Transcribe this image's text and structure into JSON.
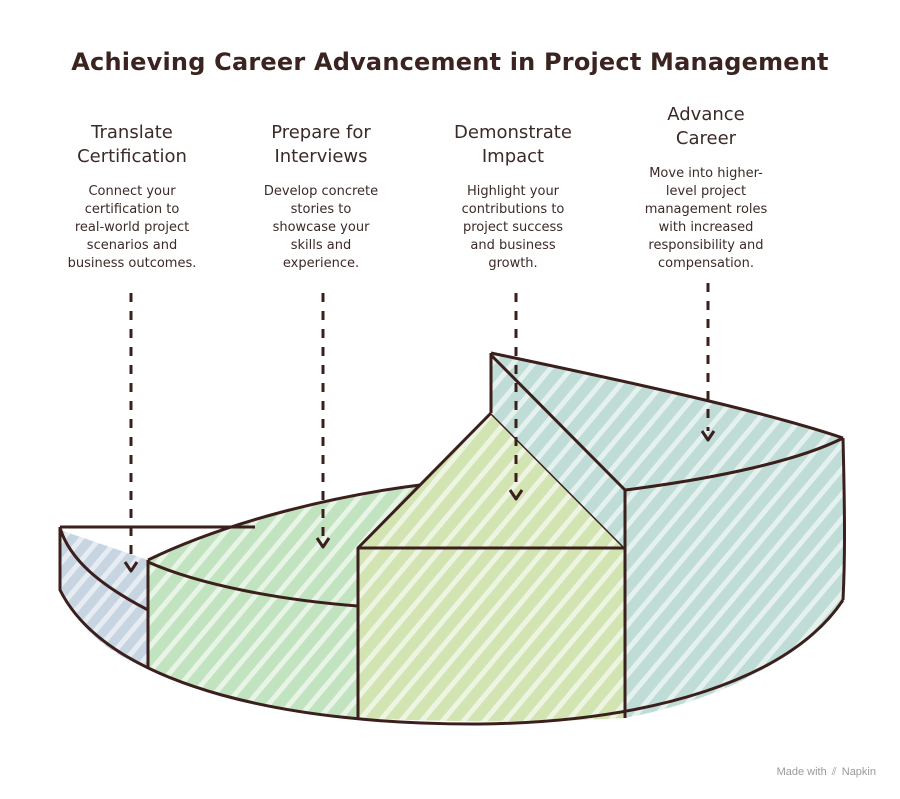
{
  "title": "Achieving Career Advancement in Project Management",
  "steps": [
    {
      "title": "Translate\nCertification",
      "description": "Connect your\ncertification to\nreal-world project\nscenarios and\nbusiness outcomes."
    },
    {
      "title": "Prepare for\nInterviews",
      "description": "Develop concrete\nstories to\nshowcase your\nskills and\nexperience."
    },
    {
      "title": "Demonstrate\nImpact",
      "description": "Highlight your\ncontributions to\nproject success\nand business\ngrowth."
    },
    {
      "title": "Advance\nCareer",
      "description": "Move into higher-\nlevel project\nmanagement roles\nwith increased\nresponsibility and\ncompensation."
    }
  ],
  "colors": {
    "blue": "#b8c9d9",
    "green": "#bfe0bd",
    "yellowgreen": "#d2e3b0",
    "teal": "#bcdbd6",
    "outline": "#3b1f1c"
  },
  "footer": {
    "made_with": "Made with",
    "brand": "Napkin",
    "icon": "napkin-icon"
  }
}
